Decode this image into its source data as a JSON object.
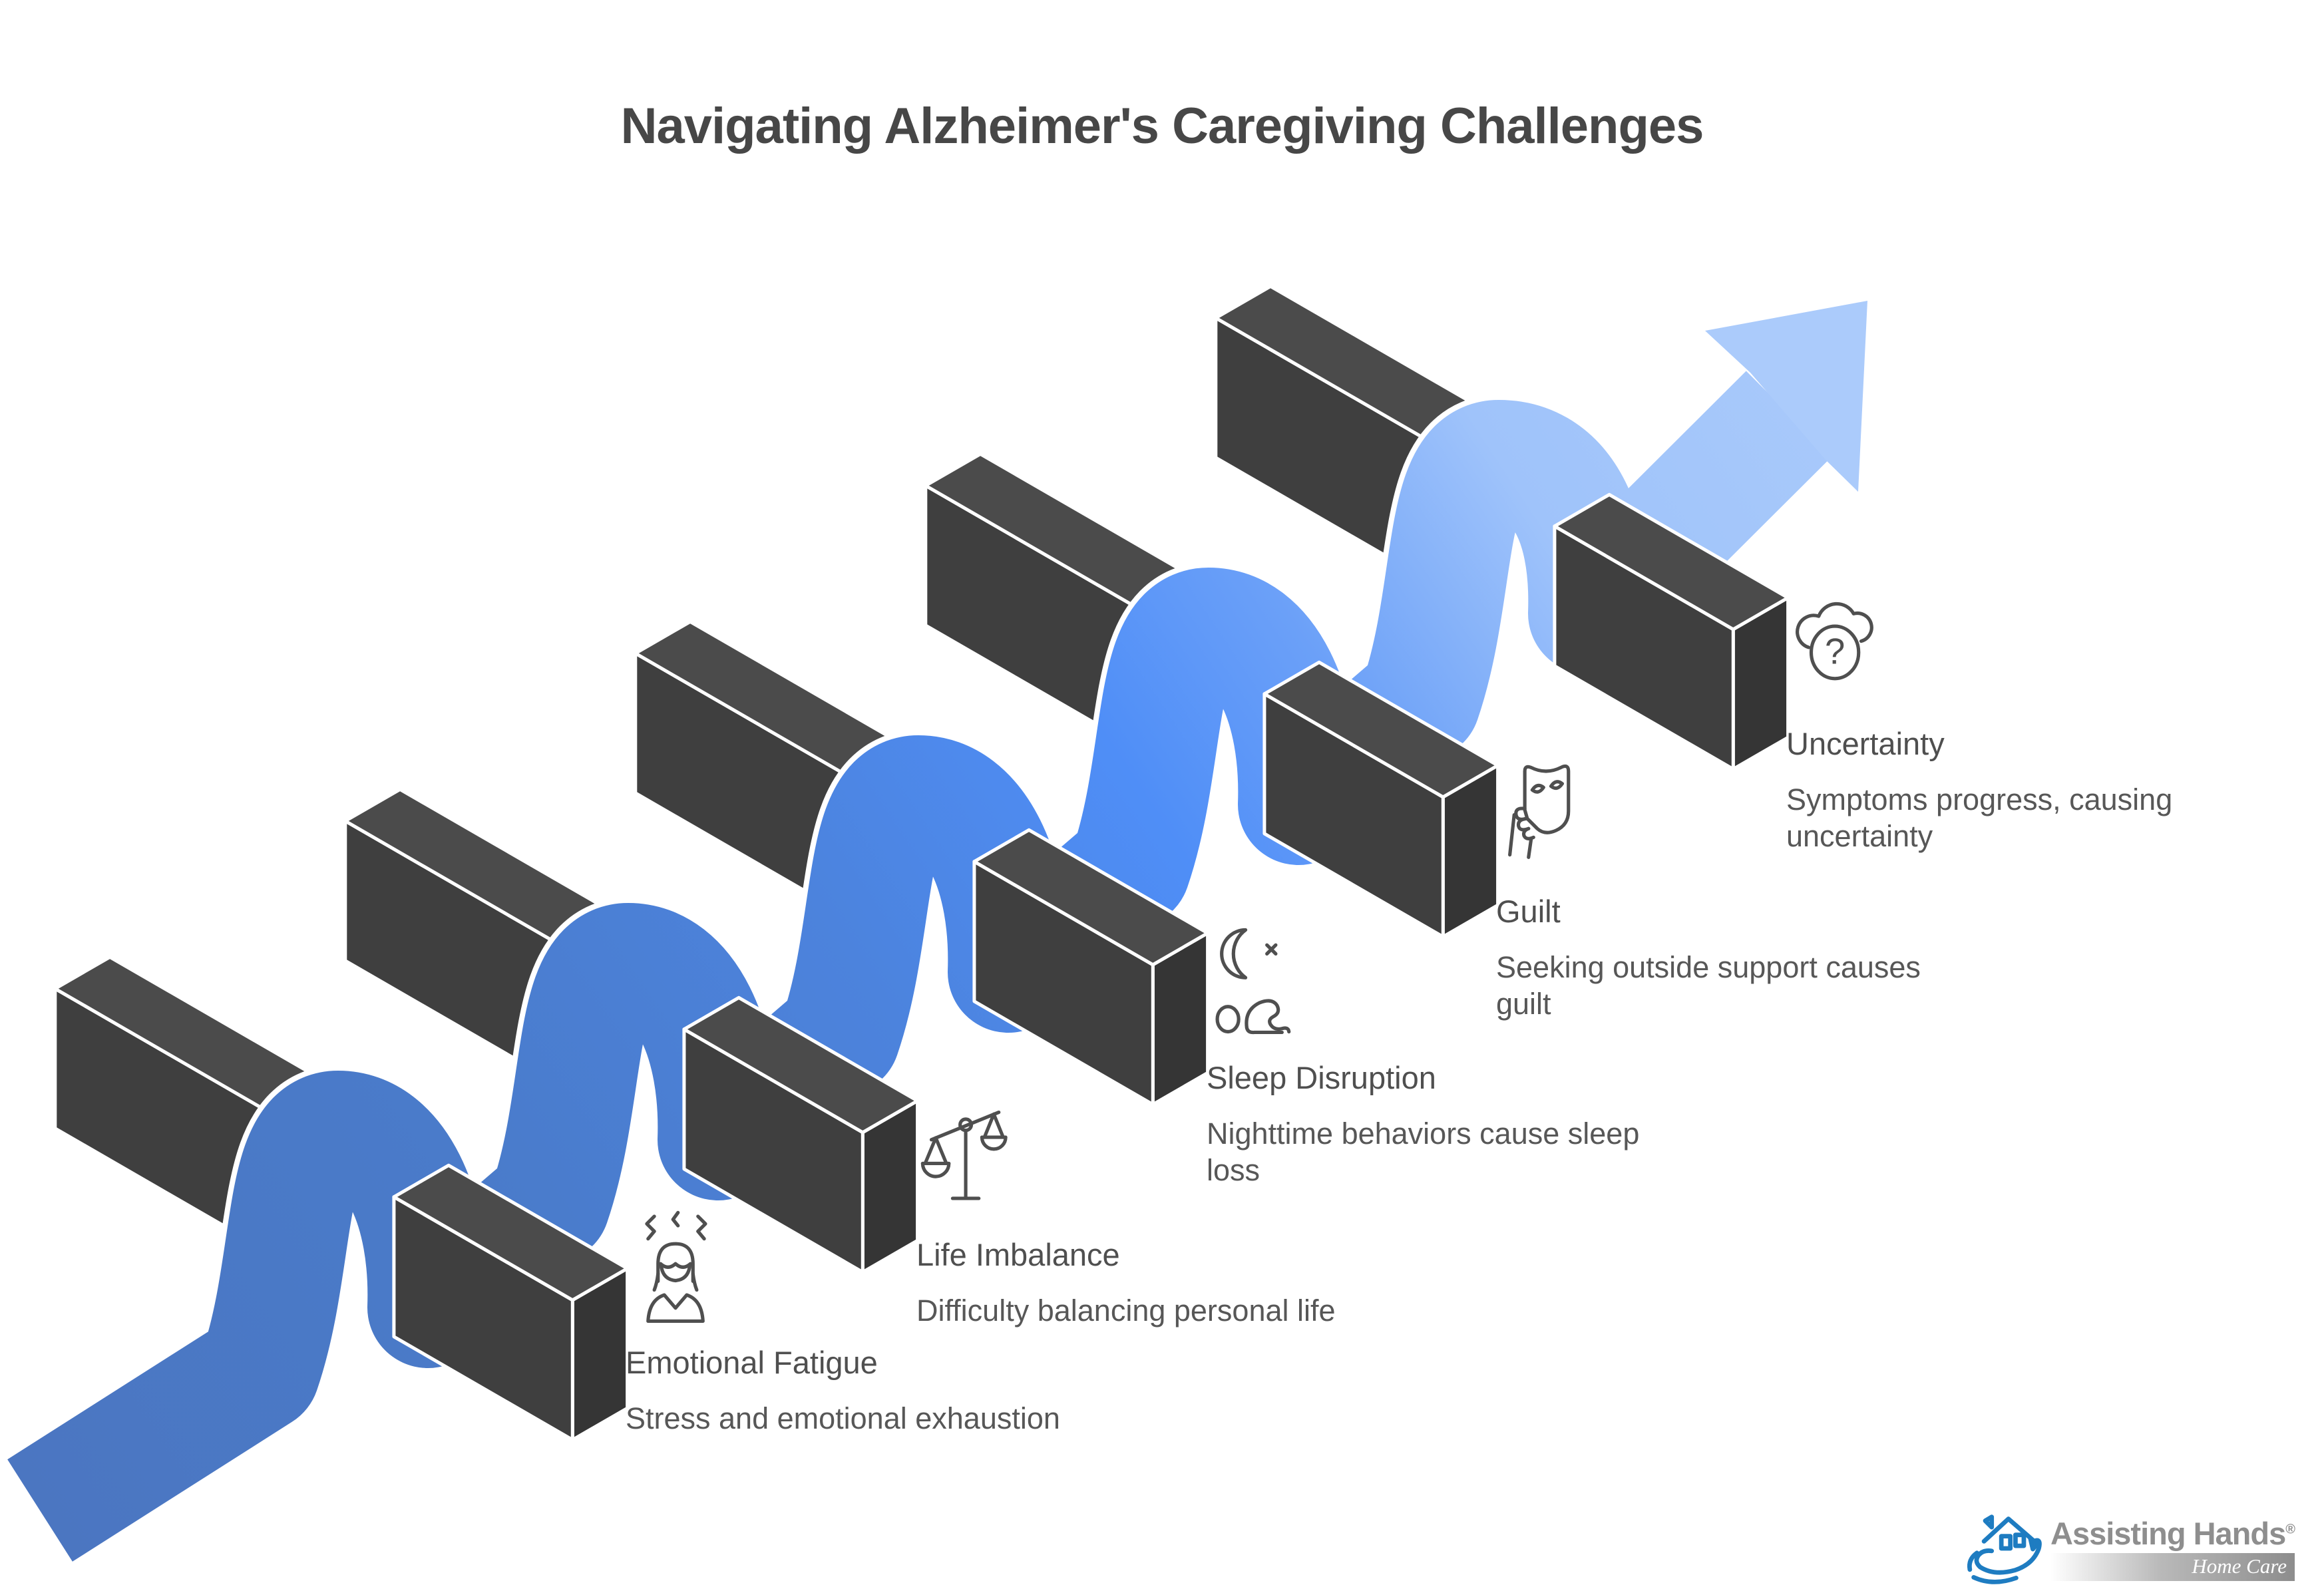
{
  "title": "Navigating Alzheimer's Caregiving Challenges",
  "steps": [
    {
      "icon": "stressed-person-icon",
      "label": "Emotional Fatigue",
      "description": "Stress and emotional exhaustion"
    },
    {
      "icon": "unbalanced-scales-icon",
      "label": "Life Imbalance",
      "description": "Difficulty balancing personal life"
    },
    {
      "icon": "sleepless-night-icon",
      "label": "Sleep Disruption",
      "description": "Nighttime behaviors cause sleep loss"
    },
    {
      "icon": "mask-in-hand-icon",
      "label": "Guilt",
      "description": "Seeking outside support causes guilt"
    },
    {
      "icon": "question-cloud-icon",
      "label": "Uncertainty",
      "description": "Symptoms progress, causing uncertainty"
    }
  ],
  "icons": {
    "question_mark": "?"
  },
  "colors": {
    "ribbon_gradient": [
      "#4b76c1",
      "#4a7bca",
      "#4c83dd",
      "#4f8ef7",
      "#6ba0f8",
      "#9fc3fa",
      "#abcbfb"
    ],
    "ribbon_gradient_offsets": [
      0,
      0.25,
      0.45,
      0.6,
      0.7,
      0.82,
      1
    ],
    "block_top": "#4b4b4b",
    "block_front": "#3f3f3f",
    "block_side": "#353535",
    "outline": "#ffffff",
    "title": "#474747",
    "text": "#575757",
    "icon_stroke": "#4f4f4f",
    "logo_blue": "#1e7cc1",
    "logo_gray": "#8e8e8e"
  },
  "logo": {
    "brand": "Assisting Hands",
    "registered_mark": "®",
    "tagline": "Home Care"
  }
}
